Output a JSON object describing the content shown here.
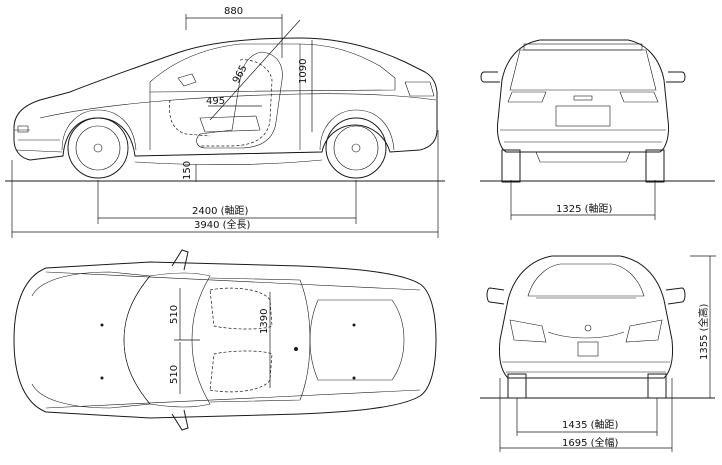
{
  "dimensions": {
    "side_880": "880",
    "side_965": "965",
    "side_1090": "1090",
    "side_495": "495",
    "side_150": "150",
    "side_wheelbase": "2400 (軸距)",
    "side_length": "3940 (全長)",
    "rear_track": "1325 (軸距)",
    "top_510_a": "510",
    "top_510_b": "510",
    "top_1390": "1390",
    "front_height": "1355 (全高)",
    "front_track": "1435 (軸距)",
    "front_width": "1695 (全幅)"
  }
}
